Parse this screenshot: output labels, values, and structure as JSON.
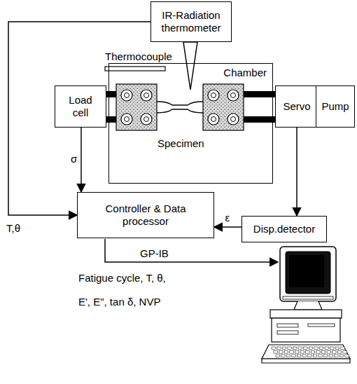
{
  "diagram": {
    "nodes": [
      {
        "text": [
          "IR-Radiation thermometer"
        ]
      },
      {
        "text": [
          "Chamber"
        ]
      },
      {
        "text": [
          "Load cell"
        ]
      },
      {
        "text": [
          "Servo"
        ]
      },
      {
        "text": [
          "Pump"
        ]
      },
      {
        "text": [
          "Controller & Data processor"
        ]
      },
      {
        "text": [
          "Disp.detector"
        ]
      }
    ],
    "edges": [
      {
        "from": 0,
        "to": 5,
        "arrow": "to",
        "label": "T,θ"
      },
      {
        "from": 2,
        "to": 5,
        "arrow": "to",
        "label": "σ"
      },
      {
        "from": 3,
        "to": 6,
        "arrow": "to"
      },
      {
        "from": 6,
        "to": 5,
        "arrow": "to",
        "label": "ε"
      },
      {
        "from": 3,
        "to": 4,
        "arrow": "none"
      }
    ],
    "labels": [
      "Thermocouple",
      "Specimen",
      "GP-IB",
      "Fatigue cycle, T, θ,",
      "E', E\", tan δ, NVP"
    ]
  }
}
